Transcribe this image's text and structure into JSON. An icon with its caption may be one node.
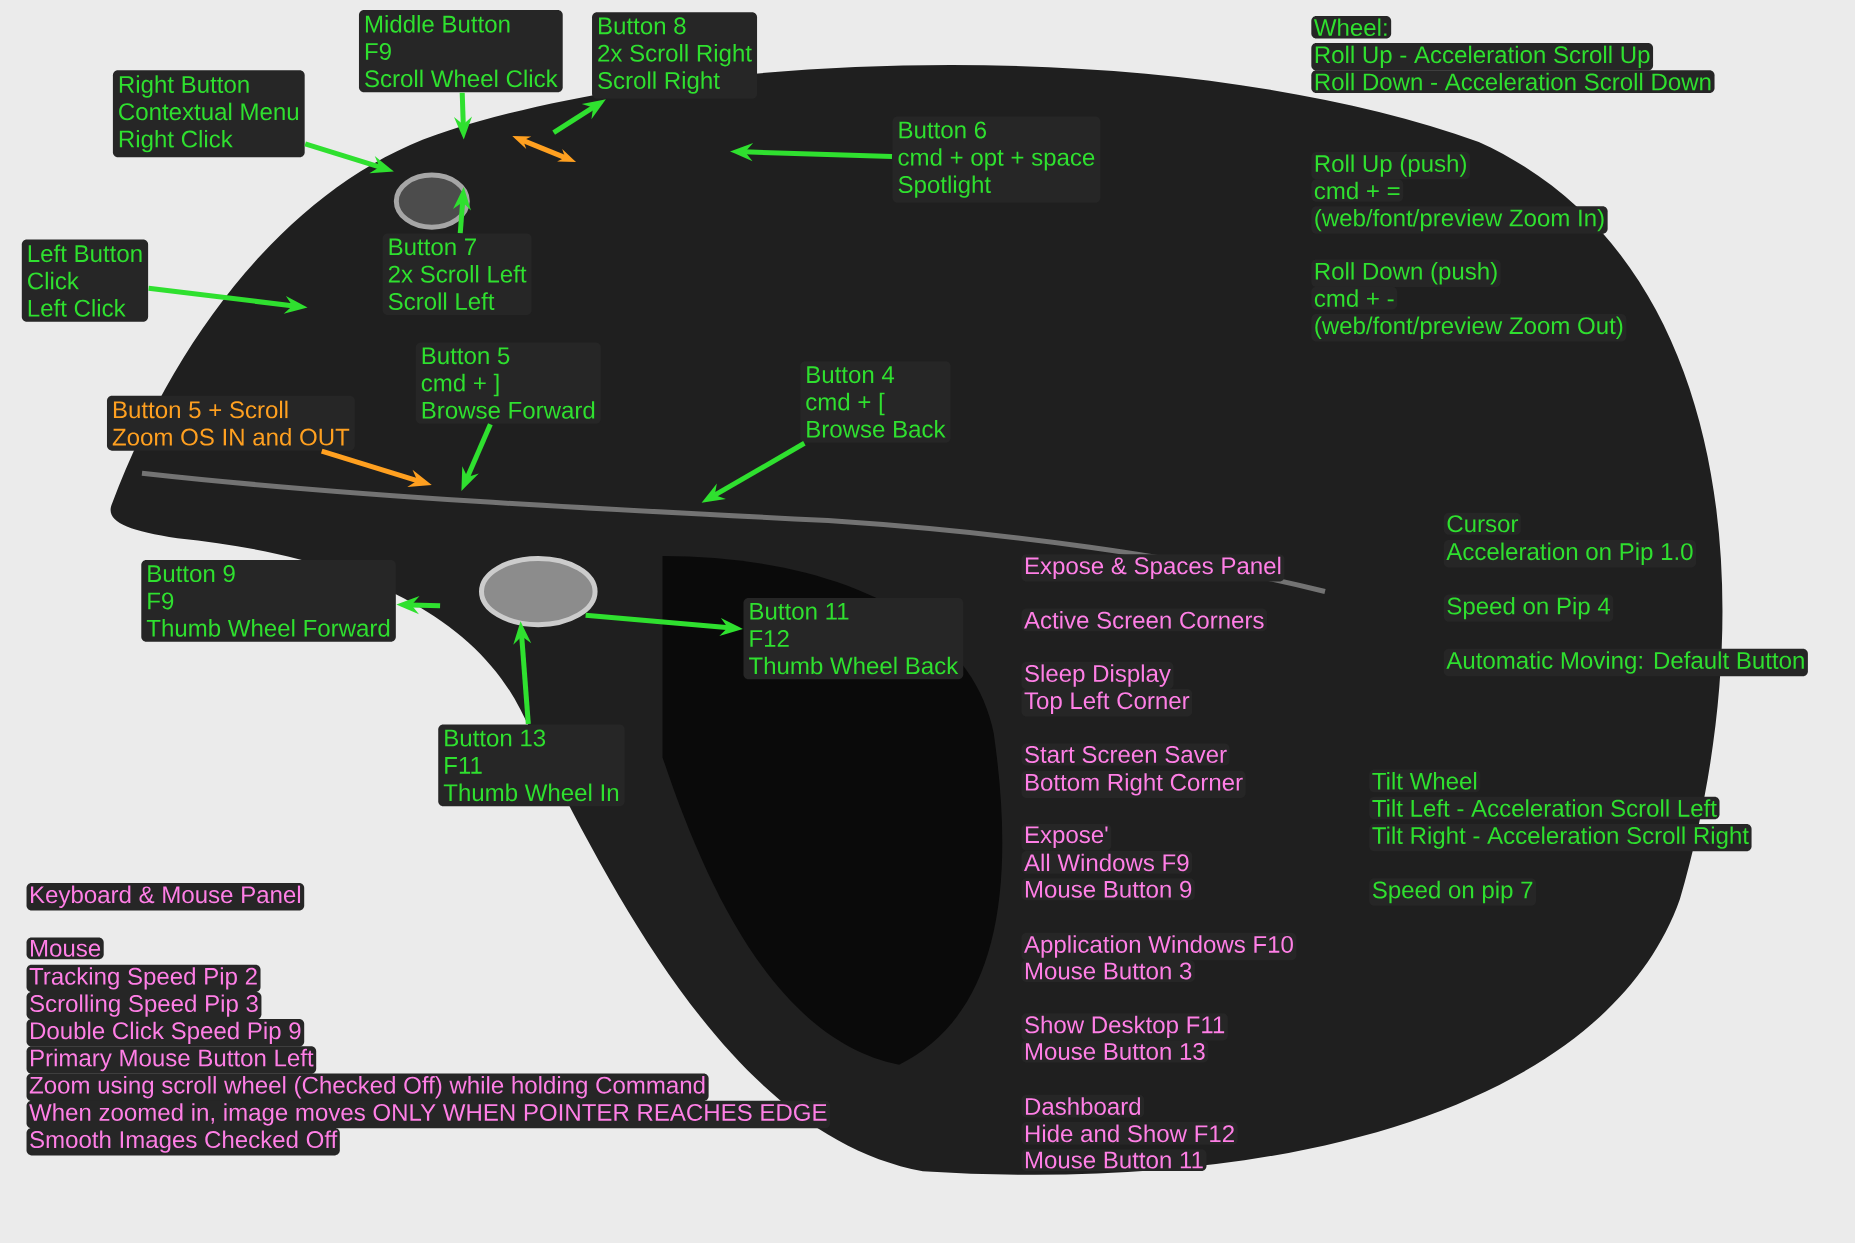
{
  "diagram": {
    "nodes": [
      {
        "text": [
          "Right Button",
          "Contextual Menu",
          "Right Click"
        ]
      },
      {
        "text": [
          "Middle Button",
          "F9",
          "Scroll Wheel Click"
        ]
      },
      {
        "text": [
          "Button 8",
          "2x Scroll Right",
          "Scroll Right"
        ]
      },
      {
        "text": [
          "Button 6",
          "cmd + opt + space",
          "Spotlight"
        ]
      },
      {
        "text": [
          "Left Button",
          "Click",
          "Left Click"
        ]
      },
      {
        "text": [
          "Button 7",
          "2x Scroll Left",
          "Scroll Left"
        ]
      },
      {
        "text": [
          "Button 5",
          "cmd + ]",
          "Browse Forward"
        ]
      },
      {
        "text": [
          "Button 5 + Scroll",
          "Zoom OS IN and OUT"
        ]
      },
      {
        "text": [
          "Button 4",
          "cmd + [",
          "Browse Back"
        ]
      },
      {
        "text": [
          "Button 9",
          "F9",
          "Thumb Wheel Forward"
        ]
      },
      {
        "text": [
          "Button 11",
          "F12",
          "Thumb Wheel Back"
        ]
      },
      {
        "text": [
          "Button 13",
          "F11",
          "Thumb Wheel In"
        ]
      }
    ],
    "edges": [
      {
        "from": 0,
        "to": null,
        "arrow": "to"
      },
      {
        "from": 1,
        "to": null,
        "arrow": "to"
      },
      {
        "from": null,
        "to": 2,
        "arrow": "to"
      },
      {
        "from": 3,
        "to": null,
        "arrow": "to"
      },
      {
        "from": 4,
        "to": null,
        "arrow": "to"
      },
      {
        "from": 5,
        "to": null,
        "arrow": "to"
      },
      {
        "from": 6,
        "to": null,
        "arrow": "to"
      },
      {
        "from": 7,
        "to": null,
        "arrow": "to",
        "color": "#ffa020"
      },
      {
        "from": 8,
        "to": null,
        "arrow": "to"
      },
      {
        "from": null,
        "to": 9,
        "arrow": "to"
      },
      {
        "from": null,
        "to": 10,
        "arrow": "to"
      },
      {
        "from": 11,
        "to": null,
        "arrow": "to"
      }
    ],
    "labels": [
      "Wheel:",
      "Roll Up - Acceleration Scroll Up",
      "Roll Down - Acceleration Scroll Down",
      "Roll Up (push)",
      "cmd + =",
      "(web/font/preview Zoom In)",
      "Roll Down (push)",
      "cmd + -",
      "(web/font/preview Zoom Out)",
      "Cursor",
      "Acceleration on Pip 1.0",
      "Speed on Pip 4",
      "Automatic Moving: Default Button",
      "Expose & Spaces Panel",
      "Active Screen Corners",
      "Sleep Display",
      "Top Left Corner",
      "Start Screen Saver",
      "Bottom Right Corner",
      "Tilt Wheel",
      "Tilt Left - Acceleration Scroll Left",
      "Tilt Right - Acceleration Scroll Right",
      "Expose'",
      "All Windows F9",
      "Mouse Button 9",
      "Speed on pip 7",
      "Keyboard & Mouse Panel",
      "Application Windows F10",
      "Mouse Button 3",
      "Mouse",
      "Tracking Speed Pip 2",
      "Scrolling Speed Pip 3",
      "Double Click Speed Pip 9",
      "Show Desktop F11",
      "Mouse Button 13",
      "Primary Mouse Button Left",
      "Zoom using scroll wheel (Checked Off) while holding Command",
      "Dashboard",
      "When zoomed in, image moves ONLY WHEN POINTER REACHES EDGE",
      "Hide and Show F12",
      "Smooth Images Checked Off",
      "Mouse Button 11"
    ]
  }
}
